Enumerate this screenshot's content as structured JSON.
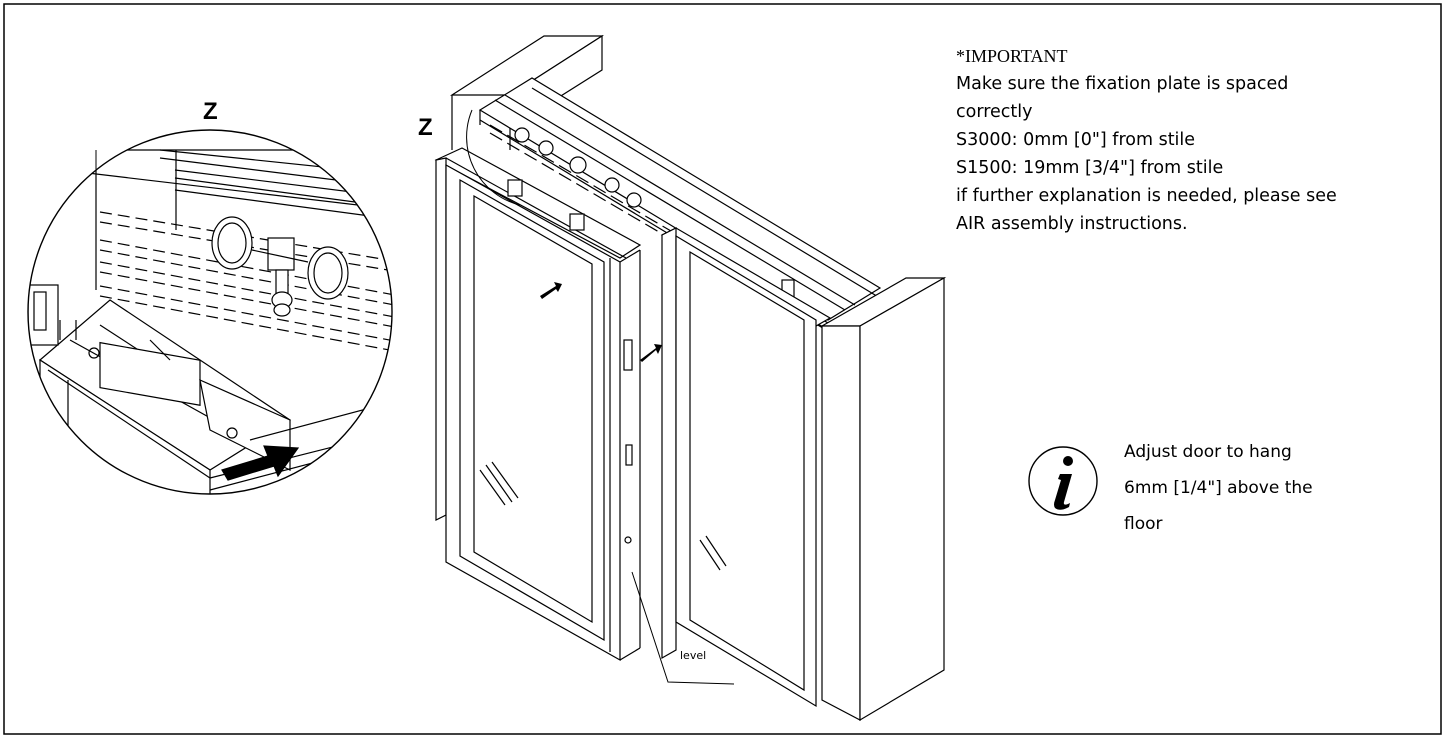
{
  "detail_label": "Z",
  "door_label": "Z",
  "important": {
    "heading": "*IMPORTANT",
    "lines": [
      "Make sure the fixation plate is spaced",
      "correctly",
      "S3000:   0mm [0\"] from stile",
      "S1500: 19mm [3/4\"] from stile",
      "if further explanation is needed, please see",
      "AIR assembly instructions."
    ]
  },
  "info": {
    "icon": "info-icon",
    "lines": [
      "Adjust door to hang",
      "6mm [1/4\"] above the",
      "floor"
    ]
  },
  "level_label": "level"
}
